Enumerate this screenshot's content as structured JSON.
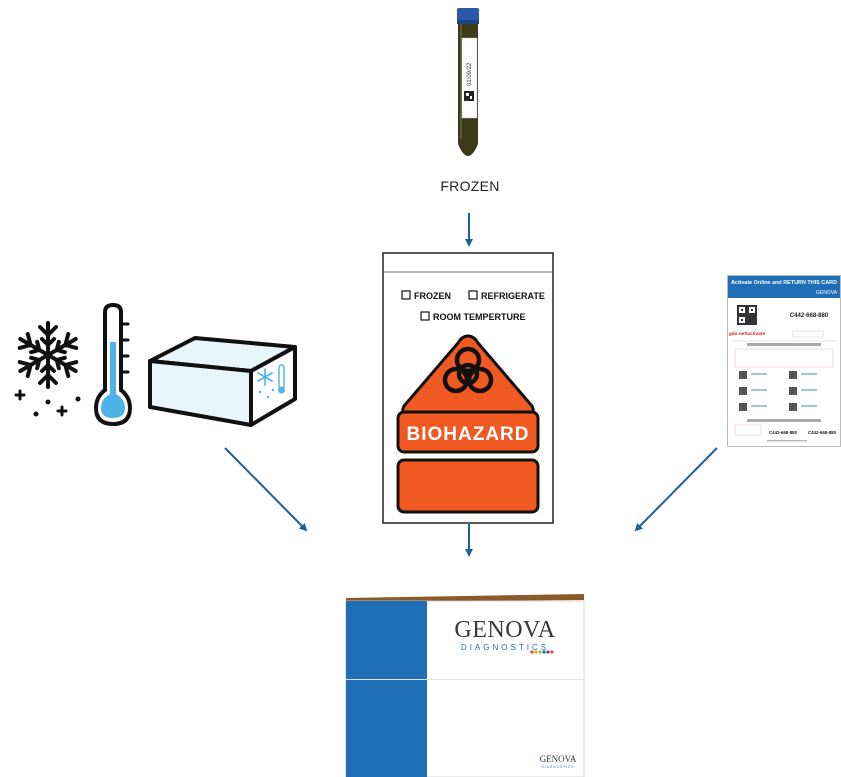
{
  "tube": {
    "label_text": "01/09/22",
    "caption": "FROZEN"
  },
  "bag": {
    "option_frozen": "FROZEN",
    "option_refrigerate": "REFRIGERATE",
    "option_room": "ROOM TEMPERTURE",
    "biohazard_label": "BIOHAZARD"
  },
  "card": {
    "header_title": "Activate Online and RETURN THIS CARD",
    "brand": "GENOVA",
    "activation_number": "C442-668-880",
    "site_text": "gdx.net/activate",
    "number_small_1": "C442-668-880",
    "number_small_2": "C442-668-880"
  },
  "kit_box": {
    "brand_name": "GENOVA",
    "brand_sub": "DIAGNOSTICS",
    "small_brand_name": "GENOVA",
    "small_brand_sub": "DIAGNOSTICS"
  },
  "colors": {
    "arrow": "#1f5f98",
    "biohazard_orange": "#f05a22",
    "kit_blue": "#1e6fb5",
    "tube_cap": "#2a5aa8",
    "tube_fluid": "#3c3a18",
    "icon_blue": "#4fb3e8"
  }
}
